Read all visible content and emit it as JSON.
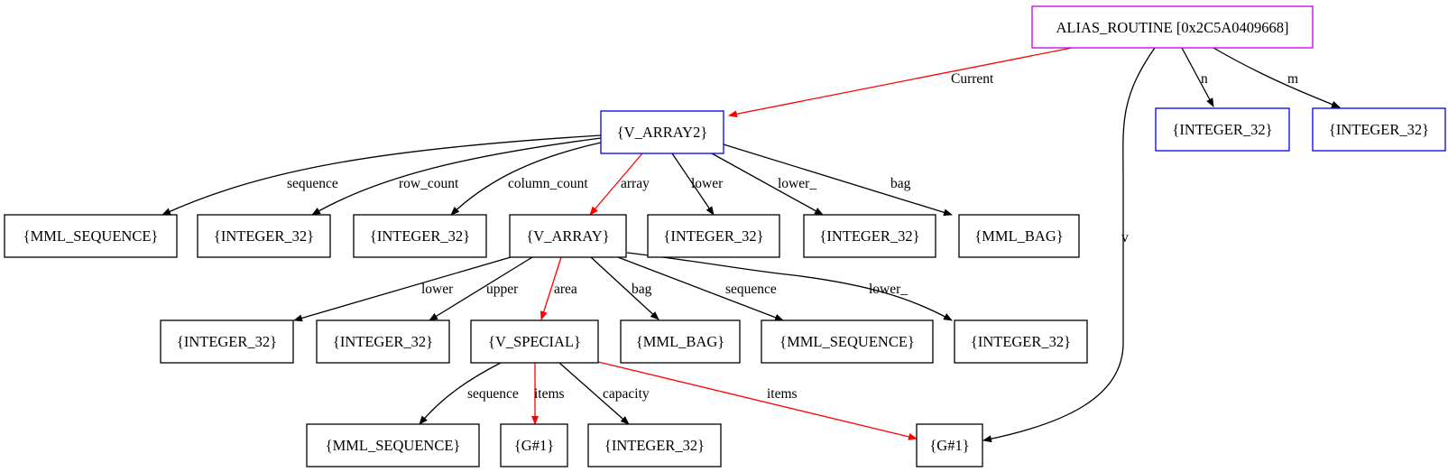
{
  "colors": {
    "purple_border": "#c000e0",
    "blue_border": "#0000ee",
    "black_border": "#000000",
    "red_edge": "#ff0000",
    "black_edge": "#000000"
  },
  "nodes": {
    "alias_routine": "ALIAS_ROUTINE [0x2C5A0409668]",
    "v_array2": "{V_ARRAY2}",
    "int_n": "{INTEGER_32}",
    "int_m": "{INTEGER_32}",
    "seq1": "{MML_SEQUENCE}",
    "int_row": "{INTEGER_32}",
    "int_col": "{INTEGER_32}",
    "v_array": "{V_ARRAY}",
    "int_lower1": "{INTEGER_32}",
    "int_lower1b": "{INTEGER_32}",
    "bag1": "{MML_BAG}",
    "int_lower2": "{INTEGER_32}",
    "int_upper": "{INTEGER_32}",
    "v_special": "{V_SPECIAL}",
    "bag2": "{MML_BAG}",
    "seq2": "{MML_SEQUENCE}",
    "int_lower2b": "{INTEGER_32}",
    "seq3": "{MML_SEQUENCE}",
    "g1_a": "{G#1}",
    "int_capacity": "{INTEGER_32}",
    "g1_b": "{G#1}"
  },
  "edges": {
    "current": "Current",
    "n": "n",
    "m": "m",
    "v": "v",
    "sequence1": "sequence",
    "row_count": "row_count",
    "column_count": "column_count",
    "array": "array",
    "lower1": "lower",
    "lower1b": "lower_",
    "bag1": "bag",
    "lower2": "lower",
    "upper": "upper",
    "area": "area",
    "bag2": "bag",
    "sequence2": "sequence",
    "lower2b": "lower_",
    "sequence3": "sequence",
    "items1": "items",
    "capacity": "capacity",
    "items2": "items"
  }
}
